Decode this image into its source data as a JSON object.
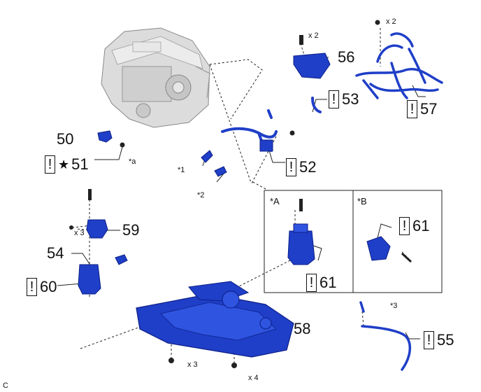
{
  "figure_code": "C",
  "callouts": {
    "c50": "50",
    "c51": "51",
    "c52": "52",
    "c53": "53",
    "c54": "54",
    "c55": "55",
    "c56": "56",
    "c57": "57",
    "c58": "58",
    "c59": "59",
    "c60": "60",
    "c61a": "61",
    "c61b": "61"
  },
  "symbols": {
    "caution": "!",
    "star": "★"
  },
  "quantities": {
    "q56": "x 2",
    "q57": "x 2",
    "q59": "x 3",
    "q58a": "x 3",
    "q58b": "x 4"
  },
  "refs": {
    "a": "*a",
    "r1": "*1",
    "r2": "*2",
    "r3": "*3"
  },
  "panels": {
    "A": "*A",
    "B": "*B"
  },
  "colors": {
    "part_blue": "#1f3fc8",
    "part_dark": "#0c1f86",
    "line": "#222222",
    "engine": "#d7d7d7"
  }
}
